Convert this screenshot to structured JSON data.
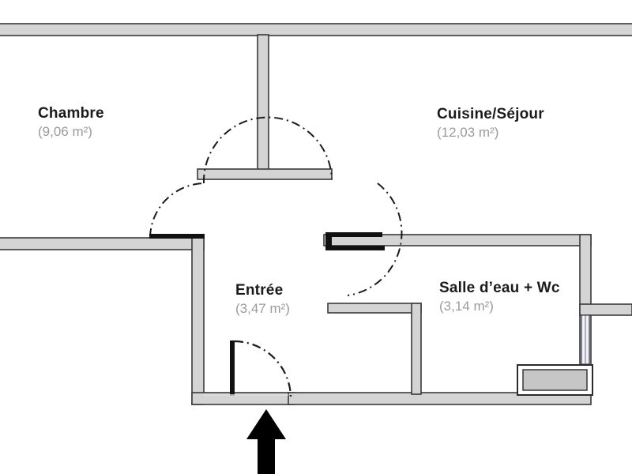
{
  "document": {
    "kind": "floor-plan",
    "background_color": "#ffffff",
    "wall_fill": "#d4d4d4",
    "wall_stroke": "#3a3a3a",
    "door_panel_color": "#111111",
    "swing_arc_color": "#1a1a1a",
    "fixture_fill": "#c6c6c6",
    "fixture_stroke": "#2b2b2b",
    "entry_arrow_color": "#000000",
    "label_name_color": "#1b1b1b",
    "label_area_color": "#9b9b9b"
  },
  "rooms": [
    {
      "id": "chambre",
      "name": "Chambre",
      "area": "(9,06 m²)"
    },
    {
      "id": "cuisine",
      "name": "Cuisine/Séjour",
      "area": "(12,03 m²)"
    },
    {
      "id": "entree",
      "name": "Entrée",
      "area": "(3,47 m²)"
    },
    {
      "id": "salledeau",
      "name": "Salle d’eau + Wc",
      "area": "(3,14 m²)"
    }
  ],
  "features": {
    "entry_arrow": "entry-direction-arrow",
    "doors": [
      {
        "id": "door-chambre",
        "swing": "quarter-arc"
      },
      {
        "id": "door-entree-top",
        "swing": "quarter-arc"
      },
      {
        "id": "door-salledeau",
        "swing": "quarter-arc"
      },
      {
        "id": "door-entrance",
        "swing": "quarter-arc"
      }
    ],
    "window": {
      "id": "window-salledeau"
    },
    "fixture": {
      "id": "shower-fixture"
    }
  }
}
